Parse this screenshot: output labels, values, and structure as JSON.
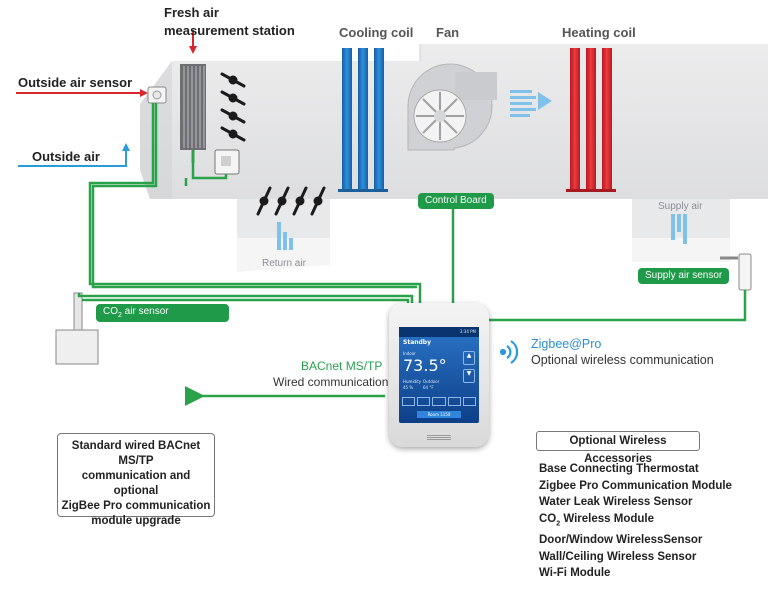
{
  "labels": {
    "fresh_air_line1": "Fresh air",
    "fresh_air_line2": "measurement station",
    "outside_air_sensor": "Outside air sensor",
    "outside_air": "Outside air",
    "cooling_coil": "Cooling coil",
    "fan": "Fan",
    "heating_coil": "Heating coil",
    "control_board": "Control Board",
    "supply_air": "Supply air",
    "supply_air_sensor": "Supply air sensor",
    "return_air": "Return air",
    "co2_sensor_prefix": "CO",
    "co2_sensor_sub": "2",
    "co2_sensor_suffix": " air sensor",
    "bacnet": "BACnet MS/TP",
    "wired_comm": "Wired communication",
    "zigbee": "Zigbee@Pro",
    "wireless_comm": "Optional wireless communication"
  },
  "standard_box": {
    "line1": "Standard wired BACnet MS/TP",
    "line2": "communication and optional",
    "line3": "ZigBee Pro communication",
    "line4": "module upgrade"
  },
  "accessories": {
    "title": "Optional Wireless Accessories",
    "items": [
      "Base Connecting Thermostat",
      "Zigbee Pro Communication Module",
      "Water Leak Wireless Sensor",
      "CO2 Wireless Module",
      "Door/Window WirelessSensor",
      "Wall/Ceiling Wireless Sensor",
      "Wi-Fi Module"
    ],
    "co2_item": {
      "prefix": "CO",
      "sub": "2",
      "suffix": " Wireless Module"
    }
  },
  "thermostat": {
    "mode": "Standby",
    "clock": "3:34 PM",
    "indoor_label": "Indoor",
    "temperature": "73.5°",
    "humidity_label": "Humidity",
    "humidity": "45 %",
    "outdoor_label": "Outdoor",
    "outdoor": "64 °F",
    "footer": "Room 1150"
  },
  "colors": {
    "duct": "#e3e4e6",
    "cooling": "#1f78c1",
    "heating": "#d9262c",
    "wire_green": "#2aa24a",
    "sensor_blue": "#2b9ad8",
    "outside_air_arrow_red": "#d7262c",
    "outside_air_arrow_blue": "#2b9ad8"
  }
}
